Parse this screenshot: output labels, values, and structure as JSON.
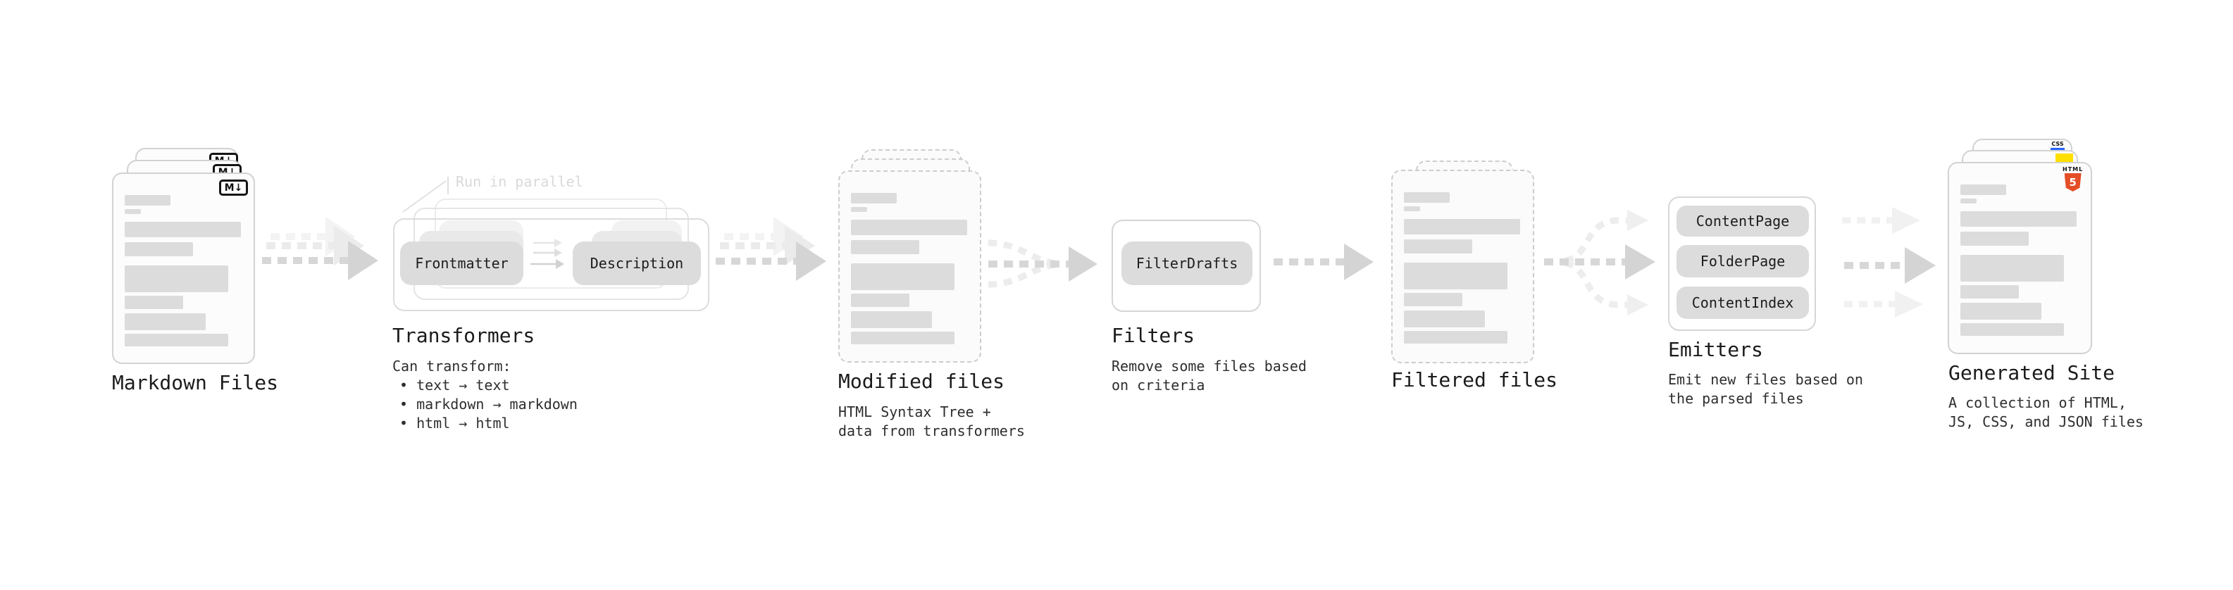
{
  "stages": {
    "markdown": {
      "label": "Markdown Files",
      "badge": "M↓"
    },
    "transformers": {
      "label": "Transformers",
      "annotation": "Run in parallel",
      "pills": [
        "Frontmatter",
        "Description"
      ],
      "desc_title": "Can transform:",
      "bullets": [
        "• text → text",
        "• markdown → markdown",
        "• html → html"
      ]
    },
    "modified": {
      "label": "Modified files",
      "desc": [
        "HTML Syntax Tree +",
        "data from transformers"
      ]
    },
    "filters": {
      "label": "Filters",
      "pills": [
        "FilterDrafts"
      ],
      "desc": [
        "Remove some files based",
        "on criteria"
      ]
    },
    "filtered": {
      "label": "Filtered files"
    },
    "emitters": {
      "label": "Emitters",
      "pills": [
        "ContentPage",
        "FolderPage",
        "ContentIndex"
      ],
      "desc": [
        "Emit new files based on",
        "the parsed files"
      ]
    },
    "site": {
      "label": "Generated Site",
      "desc": [
        "A collection of HTML,",
        "JS, CSS, and JSON files"
      ],
      "badges": {
        "css": "CSS",
        "html_top": "HTML",
        "html_number": "5"
      }
    }
  },
  "colors": {
    "background": "#ffffff",
    "card_border": "#d2d2d2",
    "dashed_border": "#cdcdcd",
    "content_bar": "#dcdcdc",
    "pill_fill": "#dcdcdc",
    "arrow_main": "#d7d7d7",
    "arrow_faint": "#ededed",
    "text": "#1b1b1b",
    "annotation": "#d9d9d9",
    "js_yellow": "#ffdf00",
    "css_blue": "#2962ff",
    "html_orange": "#e44d26"
  }
}
